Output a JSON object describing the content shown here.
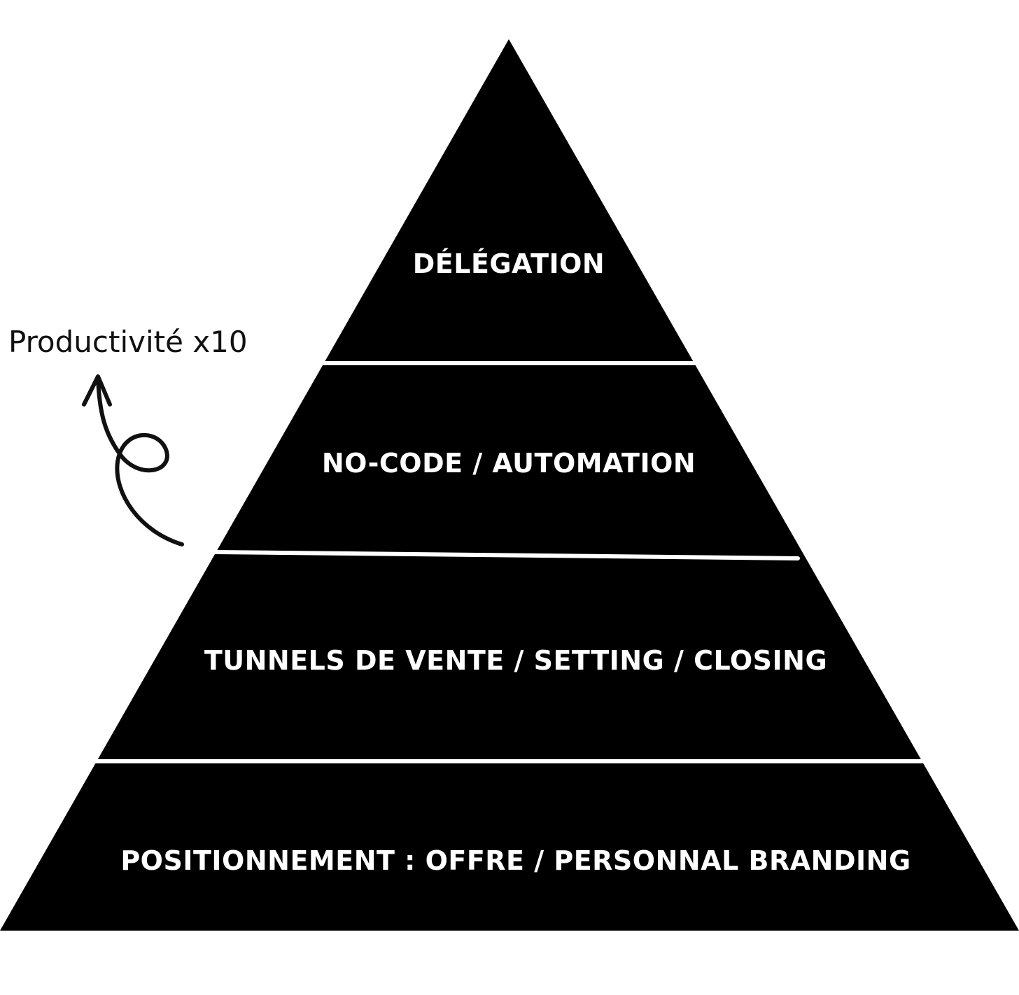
{
  "pyramid": {
    "tiers": [
      {
        "label": "DÉLÉGATION"
      },
      {
        "label": "NO-CODE / AUTOMATION"
      },
      {
        "label": "TUNNELS DE VENTE / SETTING / CLOSING"
      },
      {
        "label": "POSITIONNEMENT : OFFRE / PERSONNAL BRANDING"
      }
    ],
    "fill_color": "#000000",
    "divider_color": "#ffffff",
    "text_color": "#ffffff"
  },
  "annotation": {
    "text": "Productivité x10",
    "arrow_icon": "curly-arrow-up-icon"
  }
}
